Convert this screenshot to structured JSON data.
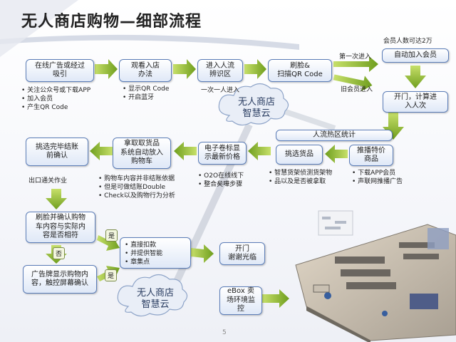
{
  "title": "无人商店购物—细部流程",
  "boxes": {
    "ads": "在线广告或经过\n吸引",
    "view_store": "观看入店\n办法",
    "enter_area": "进入人流\n辨识区",
    "face_scan": "刷脸&\n扫描QR Code",
    "auto_member": "自动加入会员",
    "open_door": "开门，计算进\n入人次",
    "heatmap": "人流热区统计",
    "push_products": "推播特价\n商品",
    "pick_goods": "挑选货品",
    "e_tag": "电子卷标显\n示最新价格",
    "cart_add": "拿取取货品\n系统自动放入\n购物车",
    "checkout_confirm": "挑选完毕结账\n前确认",
    "face_confirm": "刷脸并确认购物\n车内容与实际内\n容是否相符",
    "ad_screen": "广告牌显示购物内\n容，触控屏幕确认",
    "door_thanks": "开门\n谢谢光临",
    "ebox_monitor": "eBox 卖\n场环境监\n控"
  },
  "notes": {
    "members_label": "会员人数可达2万",
    "first_entry": "第一次进入",
    "old_member": "旧会员进入",
    "one_person": "一次一人进入",
    "exit_label": "出口通关作业",
    "yes_label": "是",
    "no_label": "否",
    "ads_bullets": [
      "关注公众号或下载APP",
      "加入会员",
      "产生QR Code"
    ],
    "view_bullets": [
      "显示QR Code",
      "开启蓝牙"
    ],
    "push_bullets": [
      "下载APP会员",
      "声联网推播广告"
    ],
    "pick_bullets": [
      "智慧货架侦测货架物",
      "品以及是否被拿取"
    ],
    "etag_bullets": [
      "O2O在线线下",
      "整合矣嘩步骤"
    ],
    "cart_bullets": [
      "购物车内容并非结账依据",
      "但是可做结账Double",
      "Check以及购物行为分析"
    ],
    "pay_bullets": [
      "直接扣款",
      "并提供智能",
      "章集点"
    ]
  },
  "clouds": {
    "top": "无人商店\n智慧云",
    "bottom": "无人商店\n智慧云"
  },
  "page_number": "5"
}
